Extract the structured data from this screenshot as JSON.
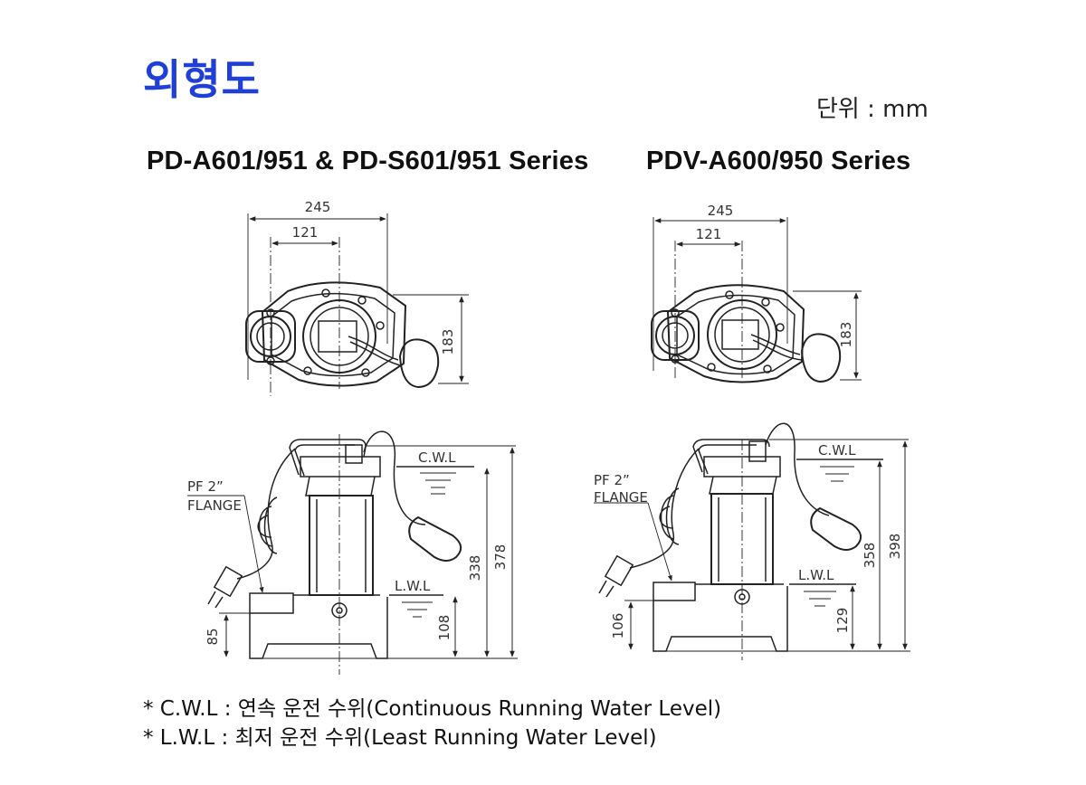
{
  "title": "외형도",
  "unit_label": "단위 : mm",
  "series": {
    "left": "PD-A601/951 & PD-S601/951 Series",
    "right": "PDV-A600/950 Series"
  },
  "left_drawing": {
    "top_view": {
      "width": "245",
      "offset": "121",
      "depth": "183"
    },
    "side_view": {
      "flange_line1": "PF 2”",
      "flange_line2": "FLANGE",
      "cwl": "C.W.L",
      "lwl": "L.W.L",
      "base_height": "85",
      "lwl_height": "108",
      "cwl_height": "338",
      "total_height": "378"
    }
  },
  "right_drawing": {
    "top_view": {
      "width": "245",
      "offset": "121",
      "depth": "183"
    },
    "side_view": {
      "flange_line1": "PF 2”",
      "flange_line2": "FLANGE",
      "cwl": "C.W.L",
      "lwl": "L.W.L",
      "base_height": "106",
      "lwl_height": "129",
      "cwl_height": "358",
      "total_height": "398"
    }
  },
  "notes": [
    "* C.W.L : 연속 운전 수위(Continuous Running Water Level)",
    "* L.W.L : 최저 운전 수위(Least Running Water Level)"
  ],
  "colors": {
    "title": "#1f3fd6",
    "line": "#222222"
  }
}
